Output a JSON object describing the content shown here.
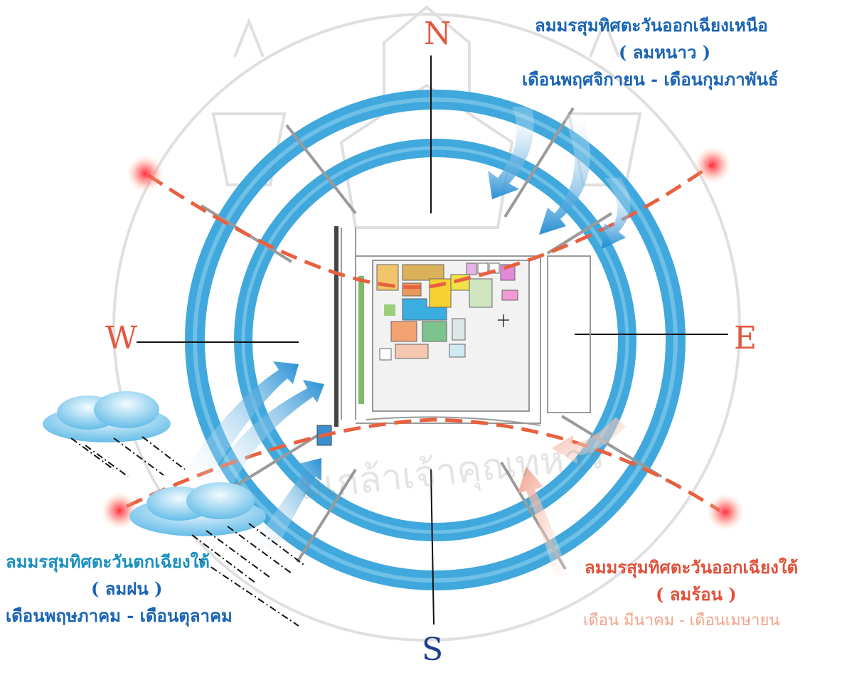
{
  "compass": {
    "north": "N",
    "south": "S",
    "west": "W",
    "east": "E"
  },
  "winds": {
    "northeast": {
      "title": "ลมมรสุมทิศตะวันออกเฉียงเหนือ",
      "subtitle": "( ลมหนาว )",
      "months": "เดือนพฤศจิกายน - เดือนกุมภาพันธ์",
      "color": "#1a64b4"
    },
    "southwest": {
      "title": "ลมมรสุมทิศตะวันตกเฉียงใต้",
      "subtitle": "( ลมฝน )",
      "months": "เดือนพฤษภาคม - เดือนตุลาคม",
      "color": "#1a8fbf"
    },
    "southeast": {
      "title": "ลมมรสุมทิศตะวันออกเฉียงใต้",
      "subtitle": "( ลมร้อน )",
      "months": "เดือน มีนาคม - เดือนเมษายน",
      "color": "#e2503a"
    }
  },
  "watermark": "มเกล้าเจ้าคุณทหาร",
  "colors": {
    "ring": "#2b9ed8",
    "ring_light": "#8fd0ef",
    "sun_path": "#e8603f",
    "hot_wind": "#f2a58c",
    "site_road": "#cfcfcf"
  }
}
